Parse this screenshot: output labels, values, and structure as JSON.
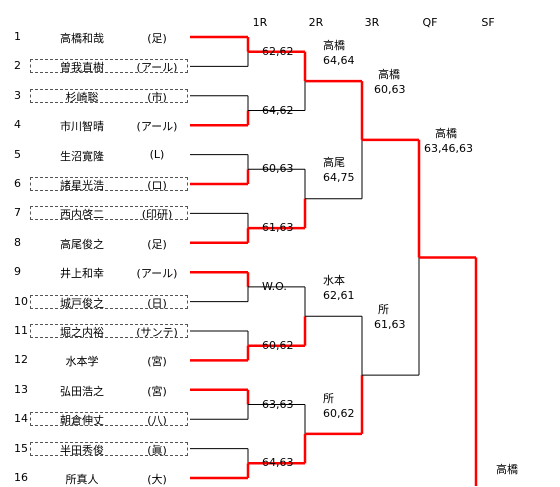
{
  "rounds": [
    "1R",
    "2R",
    "3R",
    "QF",
    "SF"
  ],
  "players": [
    {
      "seed": "1",
      "name": "高橋和哉",
      "aff": "(足)"
    },
    {
      "seed": "2",
      "name": "曽我直樹",
      "aff": "(アール)"
    },
    {
      "seed": "3",
      "name": "杉崎聡",
      "aff": "(市)"
    },
    {
      "seed": "4",
      "name": "市川智晴",
      "aff": "(アール)"
    },
    {
      "seed": "5",
      "name": "生沼寛隆",
      "aff": "(L)"
    },
    {
      "seed": "6",
      "name": "諸星光浩",
      "aff": "(ロ)"
    },
    {
      "seed": "7",
      "name": "西内啓二",
      "aff": "(印研)"
    },
    {
      "seed": "8",
      "name": "高尾俊之",
      "aff": "(足)"
    },
    {
      "seed": "9",
      "name": "井上和幸",
      "aff": "(アール)"
    },
    {
      "seed": "10",
      "name": "城戸俊之",
      "aff": "(日)"
    },
    {
      "seed": "11",
      "name": "堀之内裕",
      "aff": "(サンテ)"
    },
    {
      "seed": "12",
      "name": "水本学",
      "aff": "(宮)"
    },
    {
      "seed": "13",
      "name": "弘田浩之",
      "aff": "(宮)"
    },
    {
      "seed": "14",
      "name": "朝倉伸丈",
      "aff": "(八)"
    },
    {
      "seed": "15",
      "name": "半田秀俊",
      "aff": "(眞)"
    },
    {
      "seed": "16",
      "name": "所真人",
      "aff": "(大)"
    }
  ],
  "r1": [
    {
      "score": "62,62"
    },
    {
      "score": "64,62"
    },
    {
      "score": "60,63"
    },
    {
      "score": "61,63"
    },
    {
      "score": "W.O."
    },
    {
      "score": "60,62"
    },
    {
      "score": "63,63"
    },
    {
      "score": "64,63"
    }
  ],
  "r2": [
    {
      "winner": "高橋",
      "score": "64,64"
    },
    {
      "winner": "高尾",
      "score": "64,75"
    },
    {
      "winner": "水本",
      "score": "62,61"
    },
    {
      "winner": "所",
      "score": "60,62"
    }
  ],
  "r3": [
    {
      "winner": "高橋",
      "score": "60,63"
    },
    {
      "winner": "所",
      "score": "61,63"
    }
  ],
  "qf": [
    {
      "winner": "高橋",
      "score": "63,46,63"
    }
  ],
  "sf": [
    {
      "winner": "高橋"
    }
  ],
  "colors": {
    "win": "#ff0000",
    "loss": "#000000"
  }
}
